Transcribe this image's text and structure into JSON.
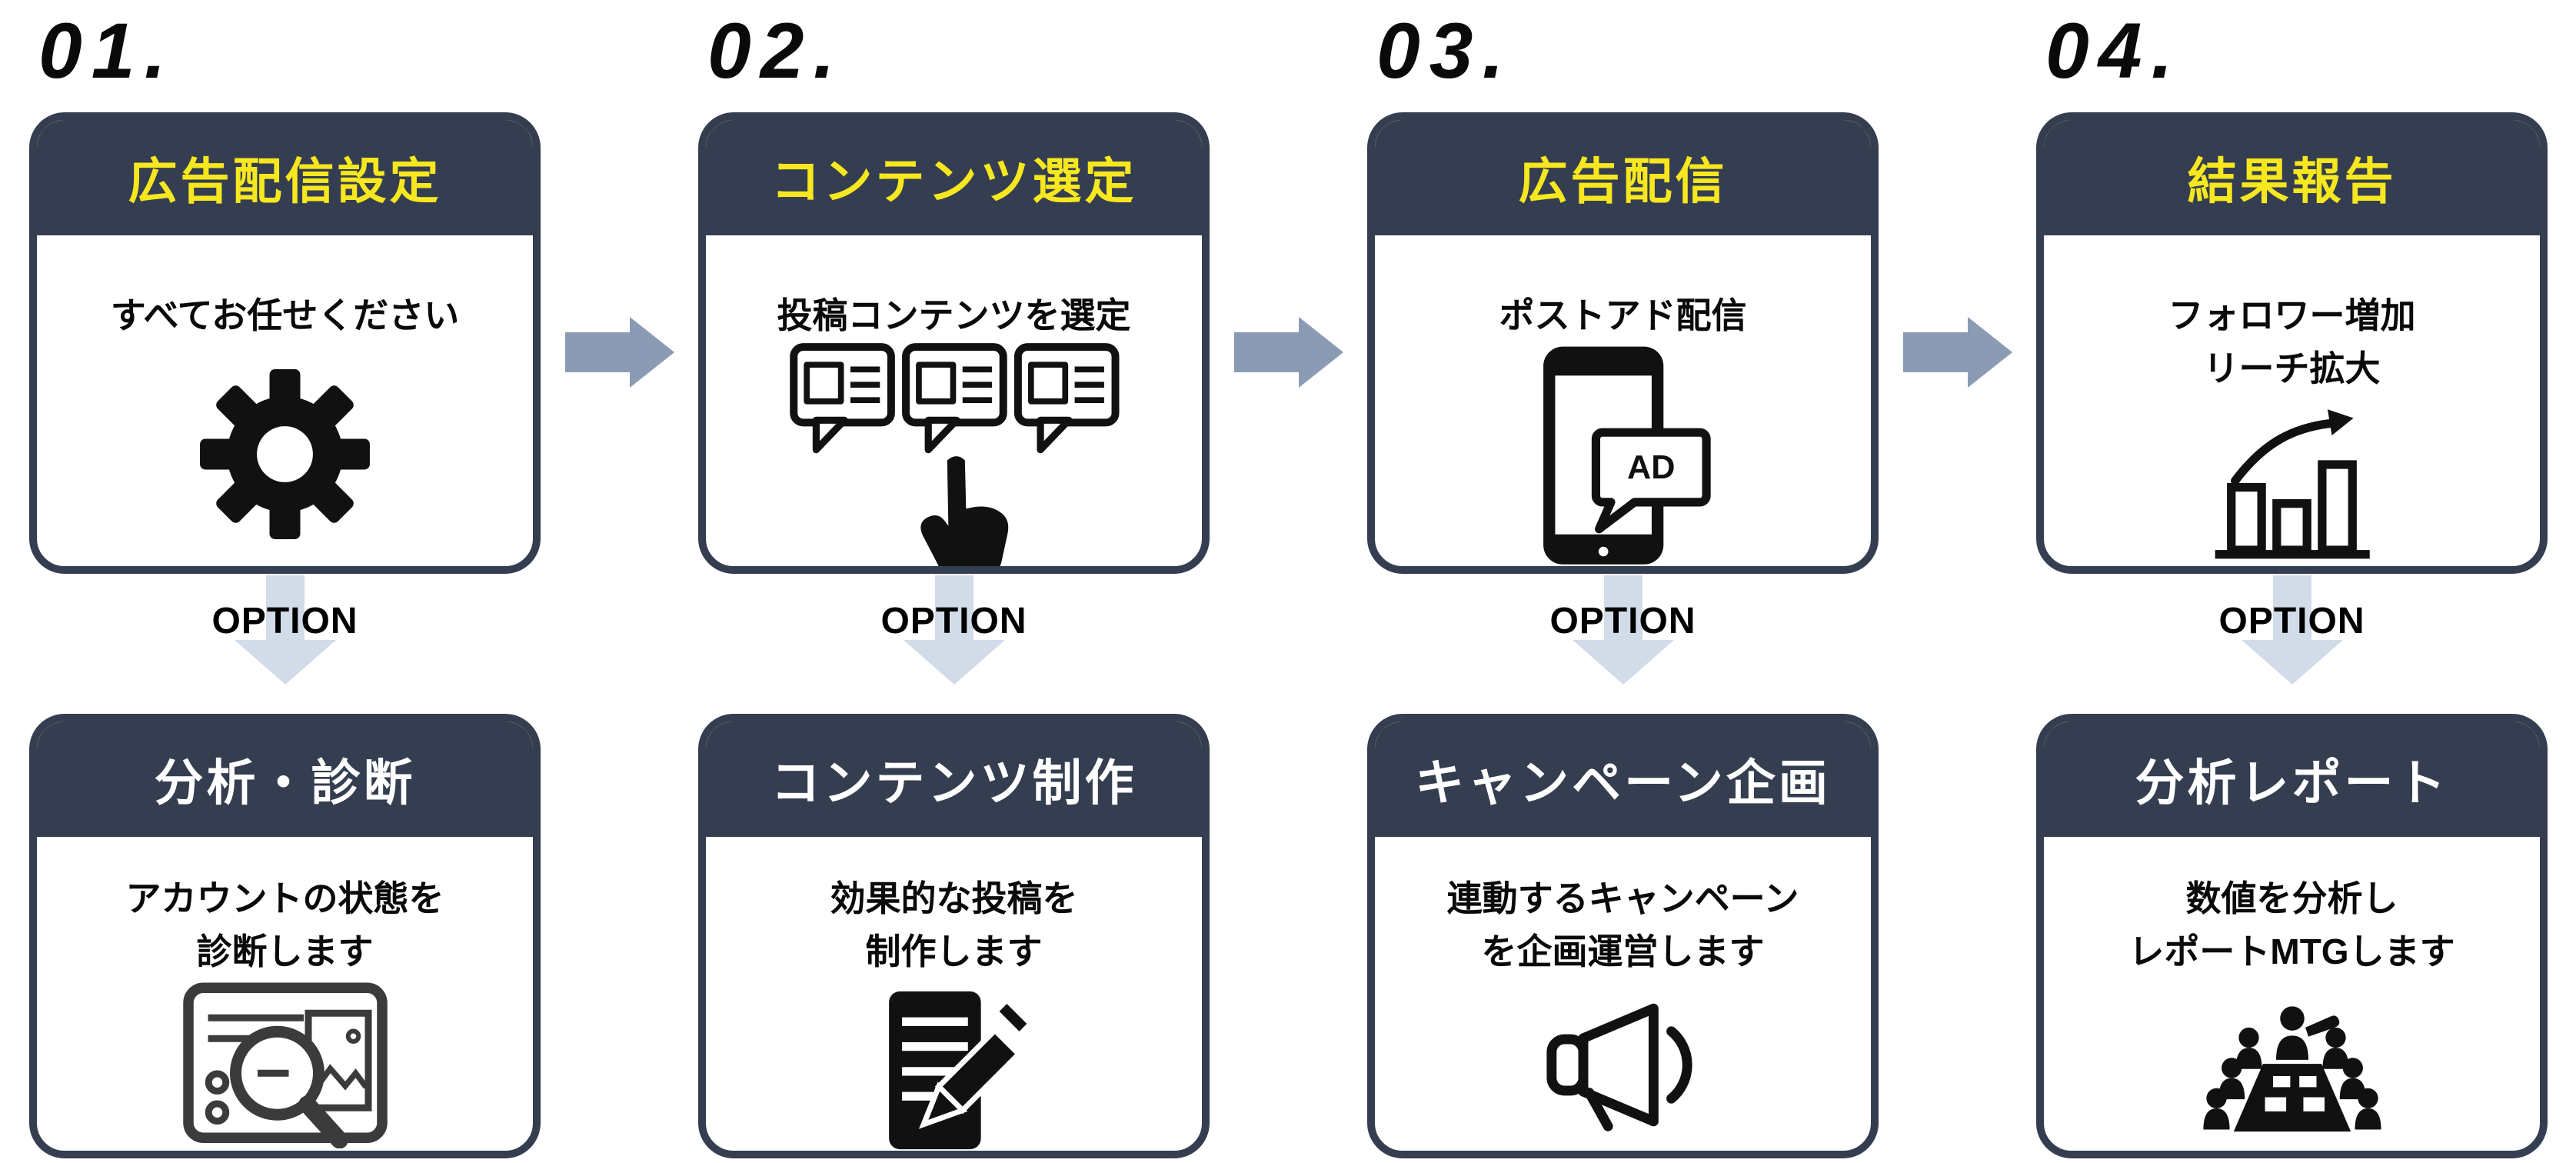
{
  "option_label": "OPTION",
  "phone_ad_label": "AD",
  "palette": {
    "header_navy": "#343E50",
    "step_title_yellow": "#F7E71F",
    "option_title_white": "#FFFFFF",
    "flow_arrow_gray_blue": "#8B9BB4",
    "option_arrow_light": "#D2DBE8",
    "icon_black": "#111111",
    "icon_dark_gray": "#3B3B3B"
  },
  "steps": [
    {
      "number": "01.",
      "main": {
        "title": "広告配信設定",
        "lines": [
          "すべてお任せください"
        ],
        "icon": "gear-icon"
      },
      "option": {
        "title": "分析・診断",
        "lines": [
          "アカウントの状態を",
          "診断します"
        ],
        "icon": "magnifier-card-icon"
      }
    },
    {
      "number": "02.",
      "main": {
        "title": "コンテンツ選定",
        "lines": [
          "投稿コンテンツを選定"
        ],
        "icon": "speech-bubbles-select-icon"
      },
      "option": {
        "title": "コンテンツ制作",
        "lines": [
          "効果的な投稿を",
          "制作します"
        ],
        "icon": "document-pencil-icon"
      }
    },
    {
      "number": "03.",
      "main": {
        "title": "広告配信",
        "lines": [
          "ポストアド配信"
        ],
        "icon": "phone-ad-icon"
      },
      "option": {
        "title": "キャンペーン企画",
        "lines": [
          "連動するキャンペーン",
          "を企画運営します"
        ],
        "icon": "megaphone-icon"
      }
    },
    {
      "number": "04.",
      "main": {
        "title": "結果報告",
        "lines": [
          "フォロワー増加",
          "リーチ拡大"
        ],
        "icon": "growth-chart-icon"
      },
      "option": {
        "title": "分析レポート",
        "lines": [
          "数値を分析し",
          "レポートMTGします"
        ],
        "icon": "meeting-icon"
      }
    }
  ]
}
